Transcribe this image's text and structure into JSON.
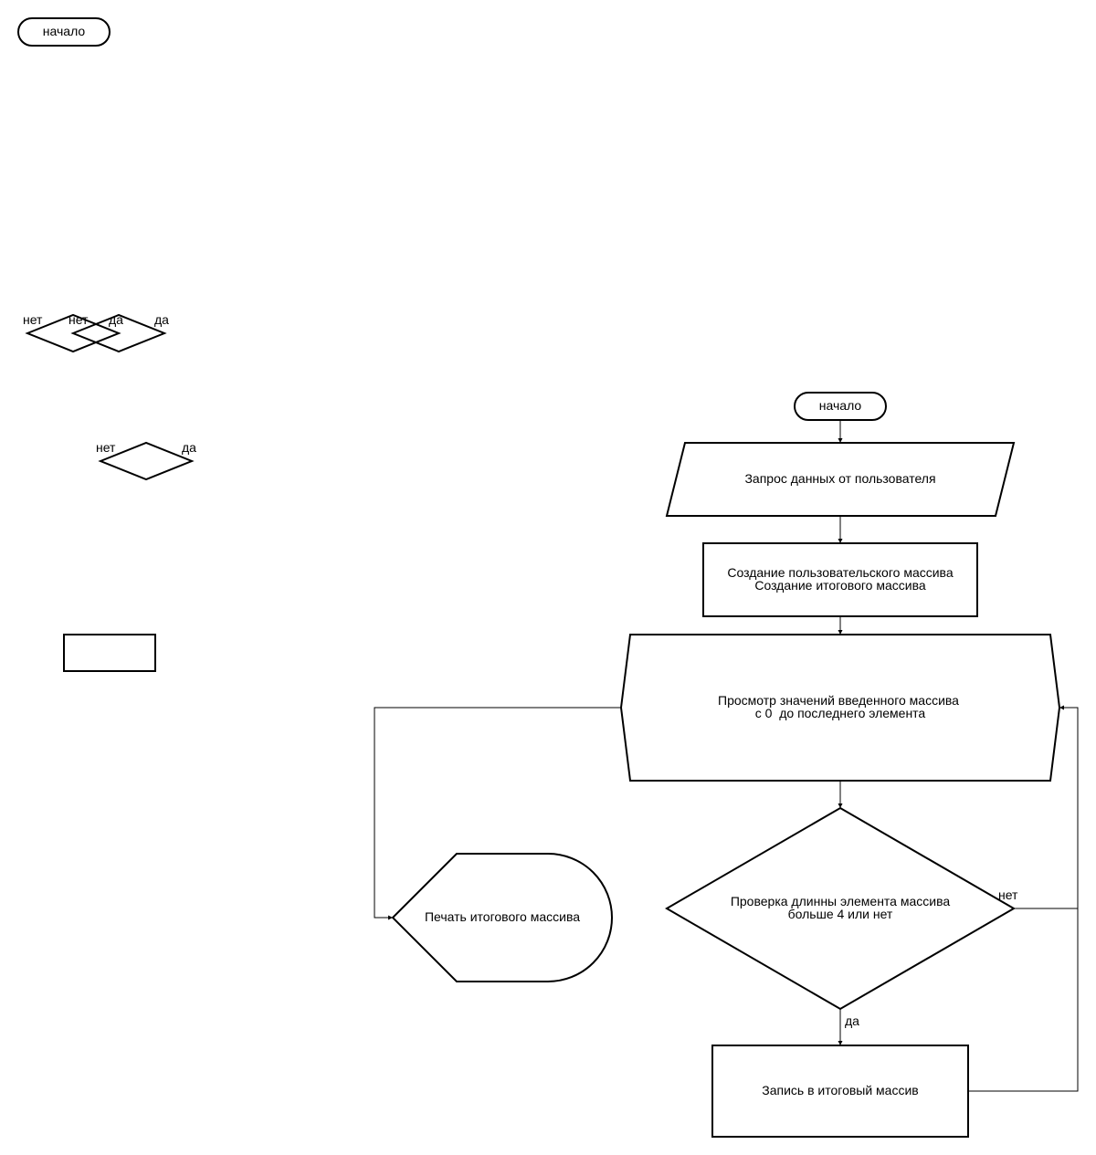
{
  "stray": {
    "start_label": "начало",
    "diamond_a": {
      "no": "нет",
      "yes": "да"
    },
    "diamond_b": {
      "no": "нет",
      "yes": "да"
    },
    "diamond_c": {
      "no": "нет",
      "yes": "да"
    }
  },
  "flow": {
    "start": "начало",
    "input": "Запрос данных от пользователя",
    "process": [
      "Создание пользовательского массива",
      "Создание итогового массива"
    ],
    "loop": [
      "Просмотр значений введенного массива",
      "с 0  до последнего элемента"
    ],
    "decision": [
      "Проверка длинны элемента массива",
      "больше 4 или нет"
    ],
    "decision_no": "нет",
    "decision_yes": "да",
    "write": "Запись в итоговый массив",
    "print": "Печать итогового массива"
  }
}
